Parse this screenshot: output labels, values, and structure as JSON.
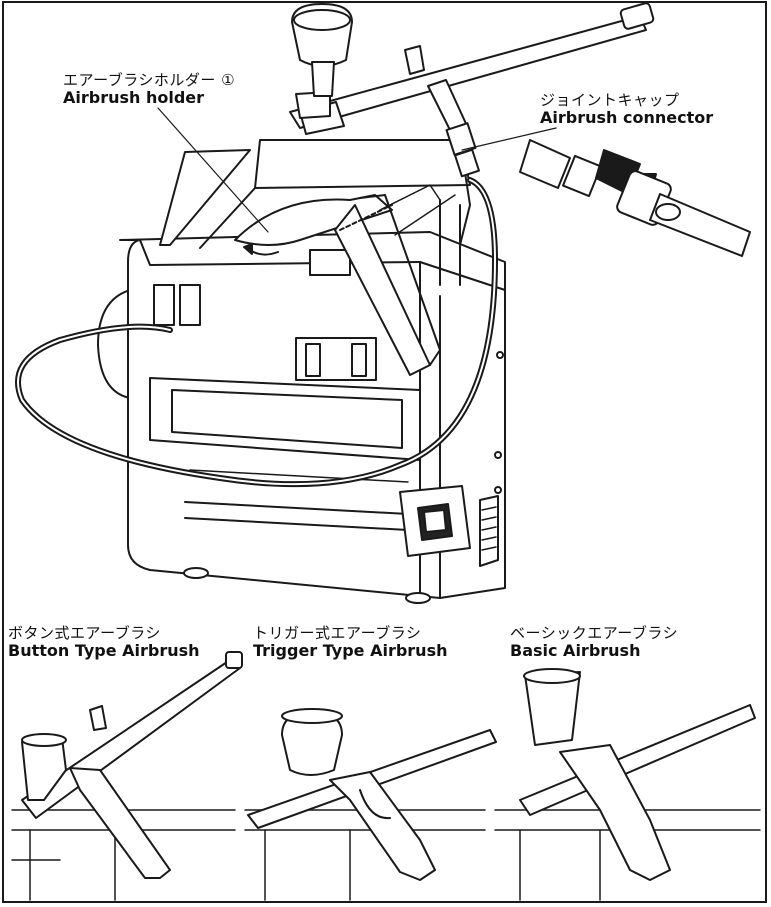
{
  "callouts": {
    "holder": {
      "jp": "エアーブラシホルダー ①",
      "en": "Airbrush holder"
    },
    "connector": {
      "jp": "ジョイントキャップ",
      "en": "Airbrush connector"
    }
  },
  "types": [
    {
      "jp": "ボタン式エアーブラシ",
      "en": "Button Type Airbrush"
    },
    {
      "jp": "トリガー式エアーブラシ",
      "en": "Trigger Type Airbrush"
    },
    {
      "jp": "ベーシックエアーブラシ",
      "en": "Basic Airbrush"
    }
  ],
  "colors": {
    "line": "#1a1a1a",
    "fill": "#ffffff",
    "shade": "#d9d9d9"
  }
}
